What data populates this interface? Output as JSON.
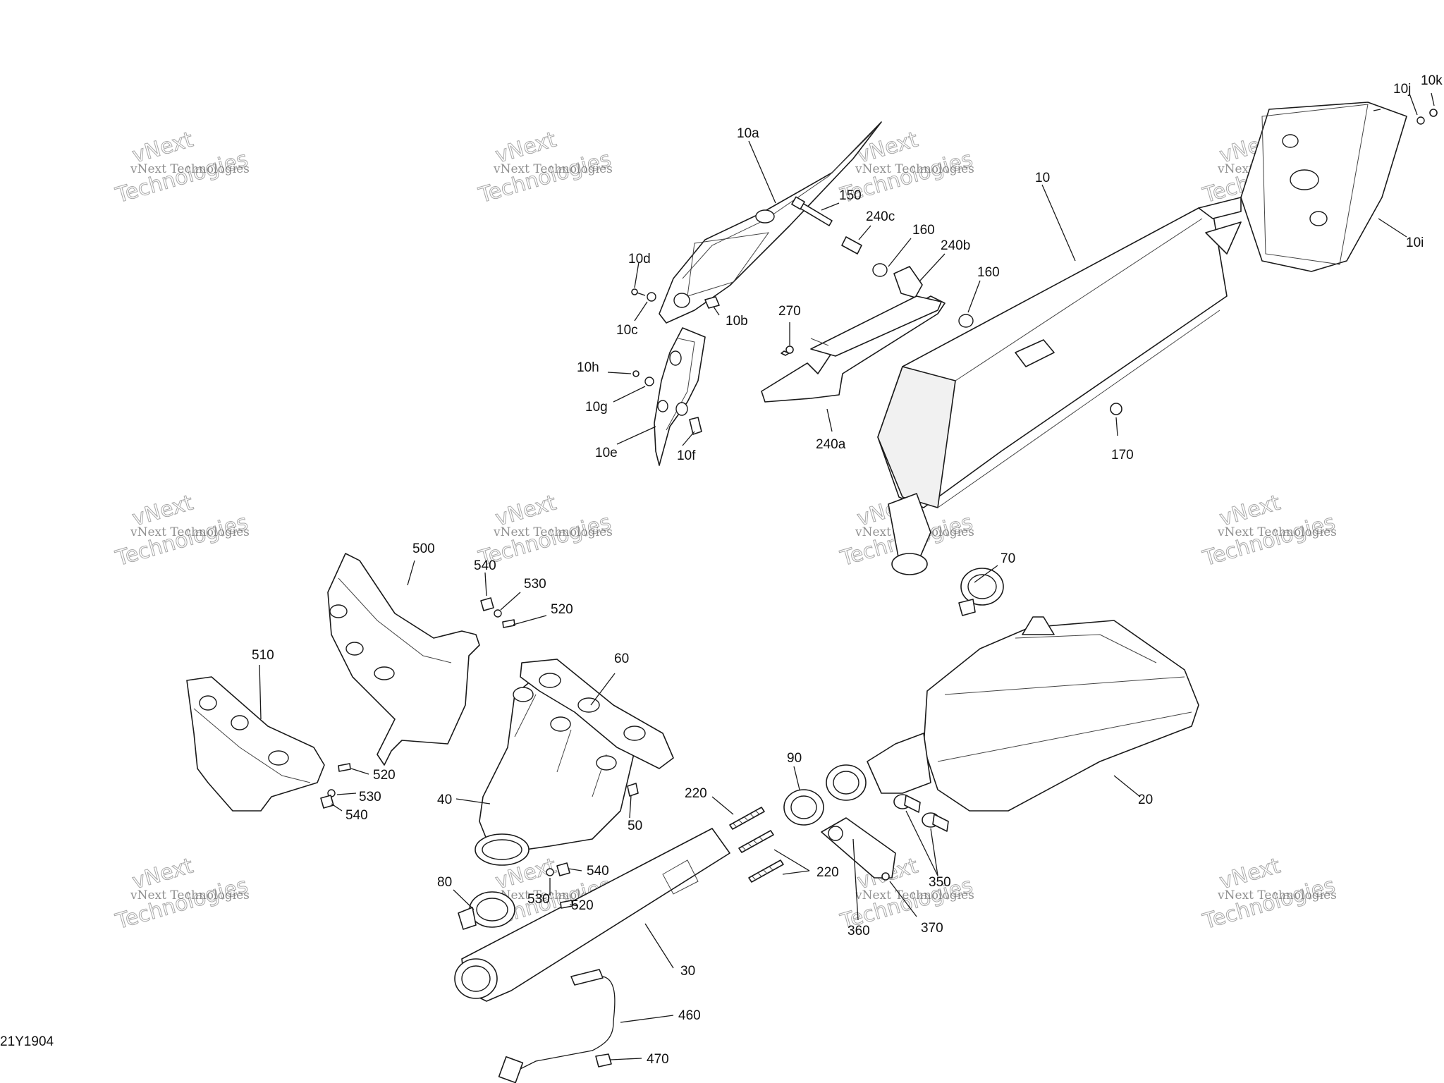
{
  "figure_id": "21Y1904",
  "watermark": {
    "line1": "vNext Technologies",
    "line2": "vNext",
    "line3": "Technologies"
  },
  "callouts": {
    "c10": "10",
    "c10a": "10a",
    "c10b": "10b",
    "c10c": "10c",
    "c10d": "10d",
    "c10e": "10e",
    "c10f": "10f",
    "c10g": "10g",
    "c10h": "10h",
    "c10i": "10i",
    "c10j": "10j",
    "c10k": "10k",
    "c150": "150",
    "c240c": "240c",
    "c160a": "160",
    "c240b": "240b",
    "c160b": "160",
    "c270": "270",
    "c240a": "240a",
    "c170": "170",
    "c500": "500",
    "c540a": "540",
    "c530a": "530",
    "c520a": "520",
    "c510": "510",
    "c520b": "520",
    "c530b": "530",
    "c540b": "540",
    "c60": "60",
    "c40": "40",
    "c50": "50",
    "c70": "70",
    "c20": "20",
    "c90": "90",
    "c220a": "220",
    "c220b": "220",
    "c350": "350",
    "c370": "370",
    "c360": "360",
    "c80": "80",
    "c540c": "540",
    "c530c": "530",
    "c520c": "520",
    "c30": "30",
    "c460": "460",
    "c470": "470"
  }
}
